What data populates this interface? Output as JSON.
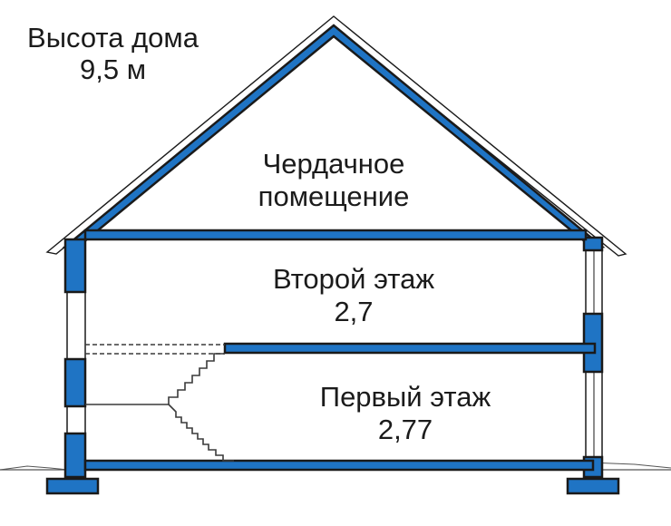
{
  "house_height": {
    "label": "Высота дома",
    "value": "9,5 м"
  },
  "attic": {
    "line1": "Чердачное",
    "line2": "помещение"
  },
  "second_floor": {
    "name": "Второй этаж",
    "height": "2,7"
  },
  "first_floor": {
    "name": "Первый этаж",
    "height": "2,77"
  },
  "colors": {
    "structure": "#1f74c4",
    "outline": "#1a1a1a"
  }
}
